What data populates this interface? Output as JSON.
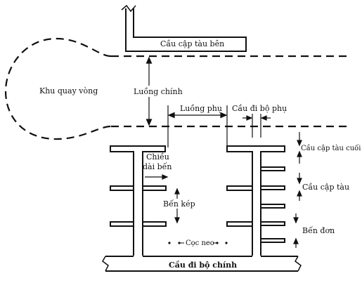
{
  "labels": {
    "berthing_top": "Cầu cập tàu bên",
    "turning_basin": "Khu quay vòng",
    "main_channel": "Luồng chính",
    "secondary_channel": "Luồng phụ",
    "secondary_walkway": "Cầu đi bộ phụ",
    "end_berth": "Cầu cập tàu cuối",
    "berth_length_1": "Chiều",
    "berth_length_2": "dài bến",
    "berthing_pier": "Cầu cập tàu",
    "double_berth": "Bến kép",
    "single_berth": "Bến đơn",
    "mooring_piles": "Cọc neo",
    "main_walkway": "Cầu đi bộ chính"
  }
}
